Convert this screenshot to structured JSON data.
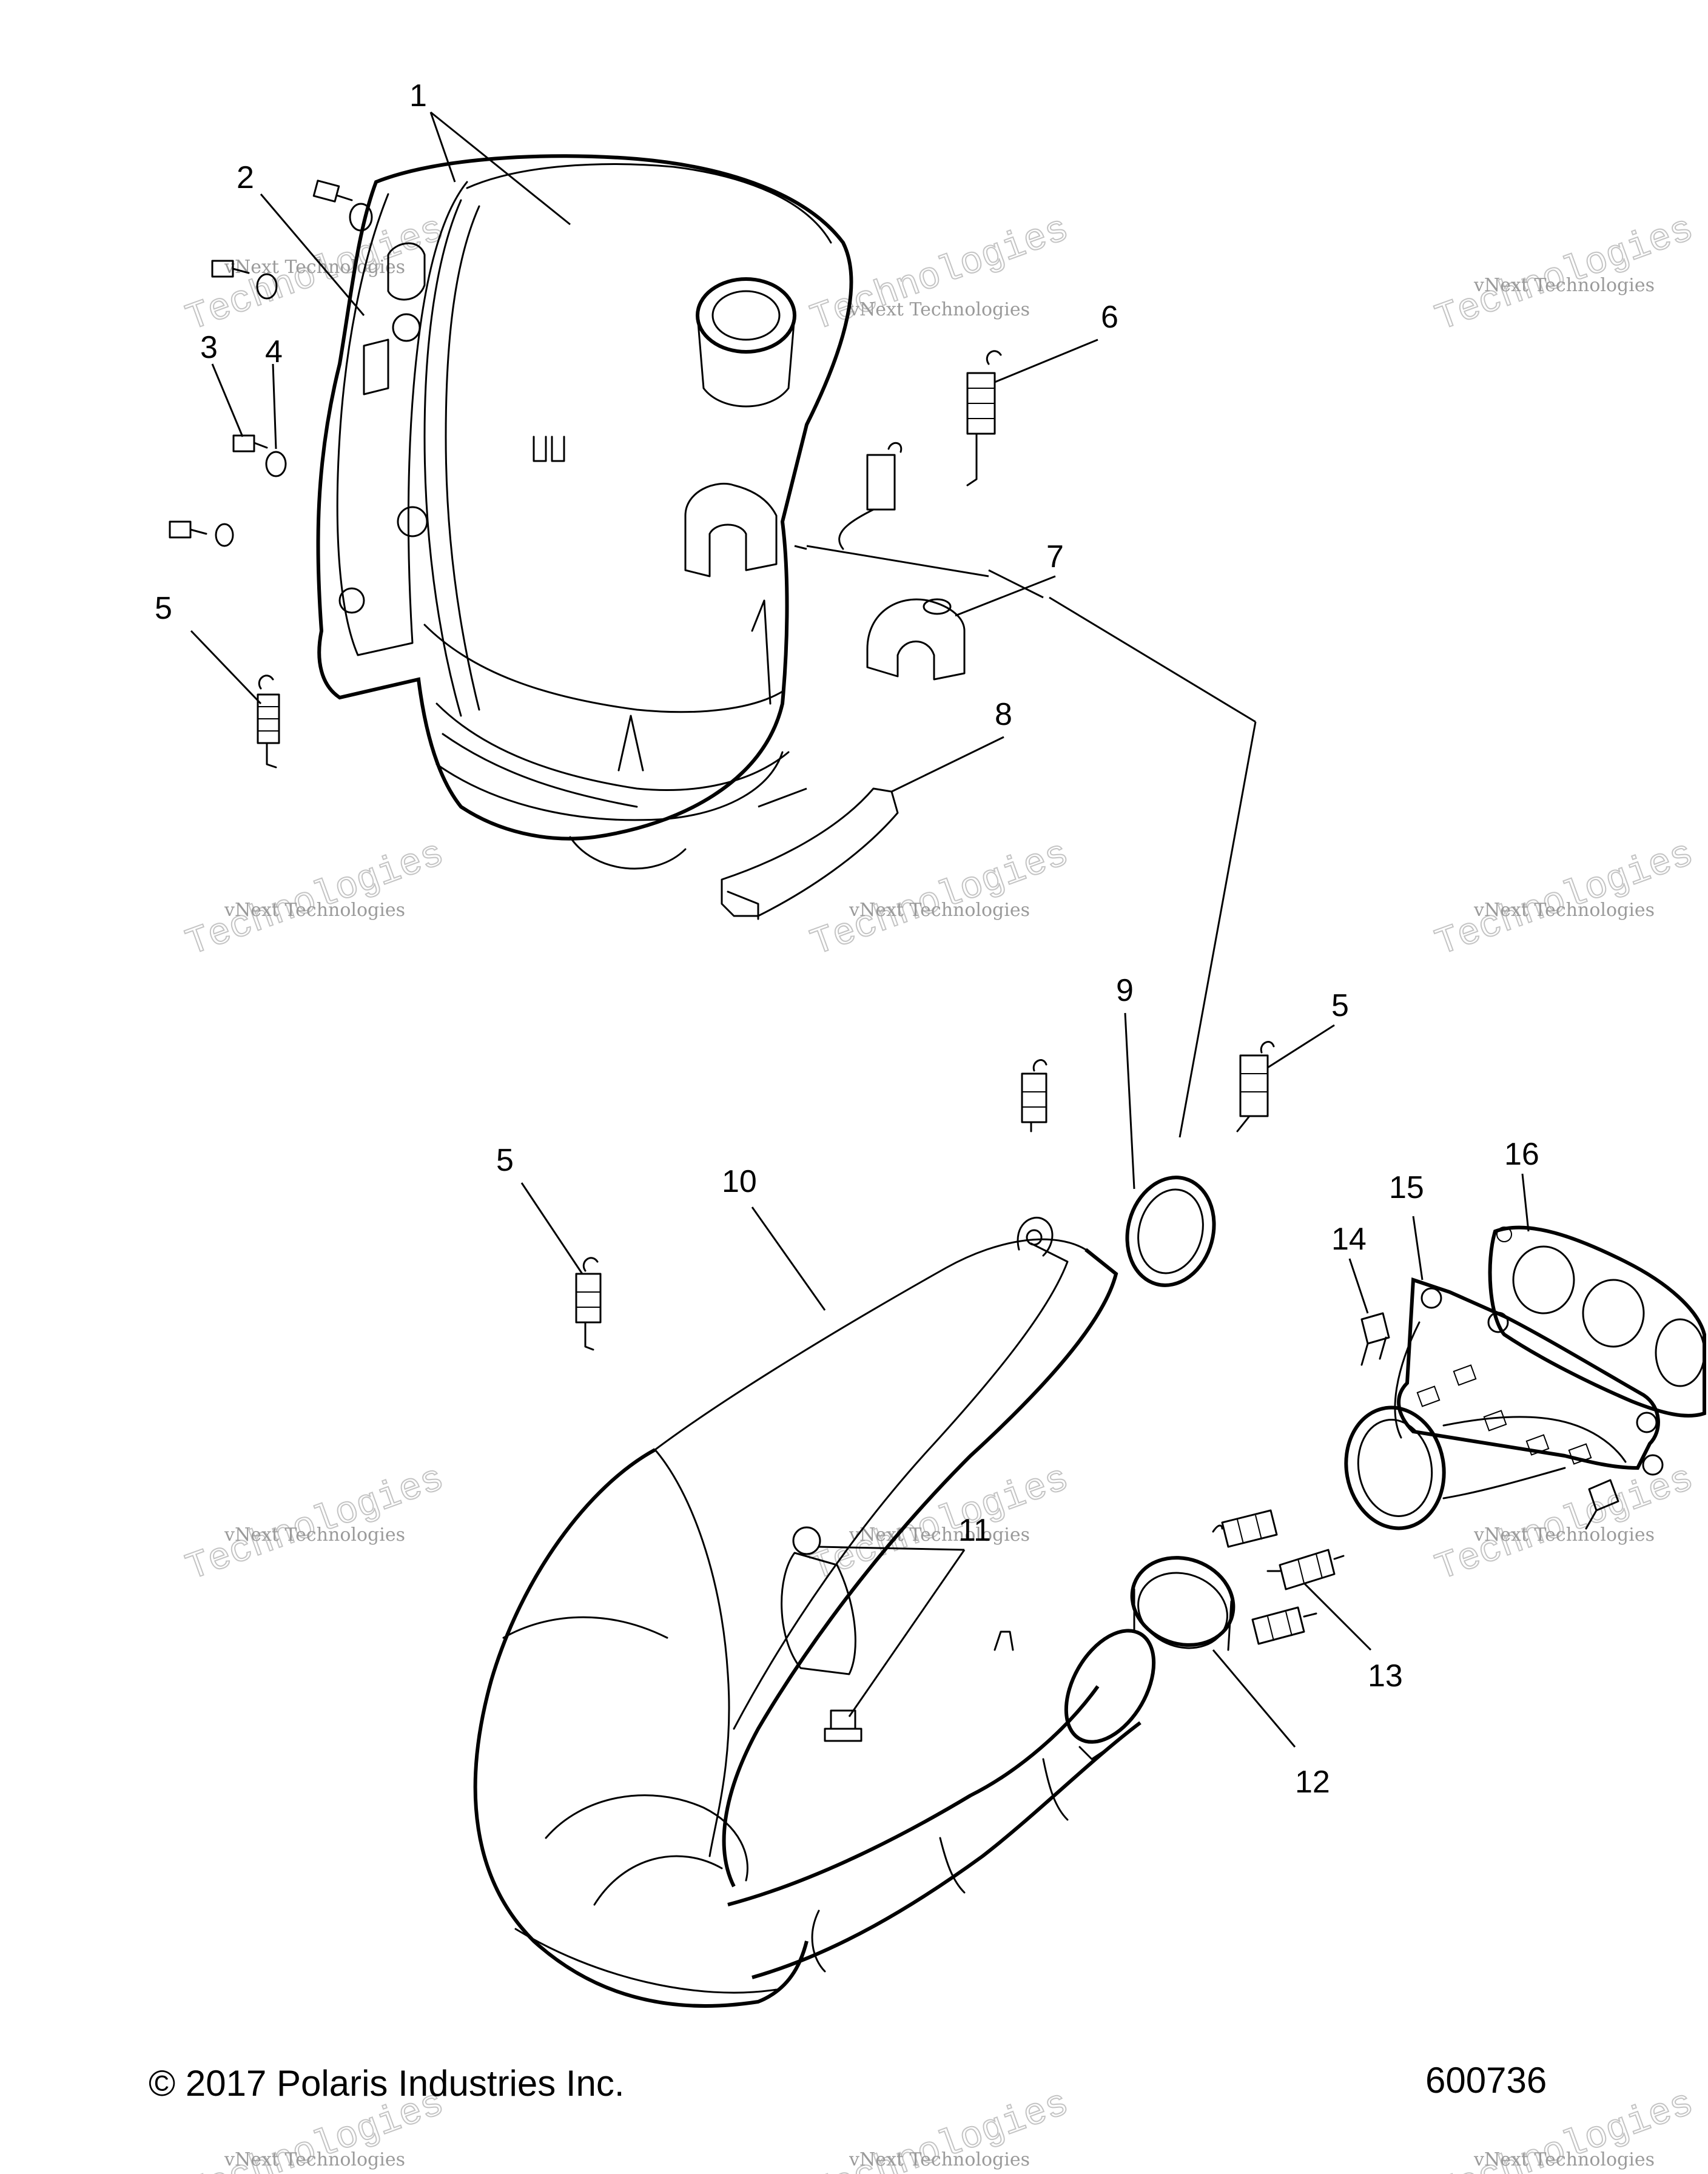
{
  "callouts": [
    "1",
    "2",
    "3",
    "4",
    "5",
    "6",
    "7",
    "8",
    "9",
    "10",
    "11",
    "12",
    "13",
    "14",
    "15",
    "16"
  ],
  "callout_5_repeats": [
    "5",
    "5",
    "5"
  ],
  "watermark": {
    "line1": "vNext Technologies",
    "line2": "Technologies"
  },
  "footer": {
    "copyright": "© 2017 Polaris Industries Inc.",
    "diagram_number": "600736"
  }
}
